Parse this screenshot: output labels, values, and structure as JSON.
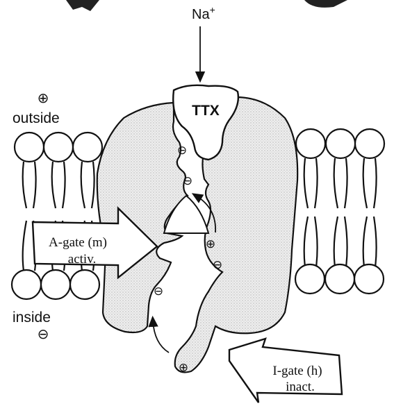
{
  "labels": {
    "ion": "Na",
    "ion_charge": "+",
    "toxin": "TTX",
    "outside": "outside",
    "outside_charge": "⊕",
    "inside": "inside",
    "inside_charge": "⊖",
    "a_gate_line1": "A-gate (m)",
    "a_gate_line2": "activ.",
    "i_gate_line1": "I-gate (h)",
    "i_gate_line2": "inact.",
    "minus": "⊖",
    "plus": "⊕"
  },
  "colors": {
    "ink": "#111111",
    "channel_fill": "#e4e4e4",
    "paper": "#ffffff"
  }
}
